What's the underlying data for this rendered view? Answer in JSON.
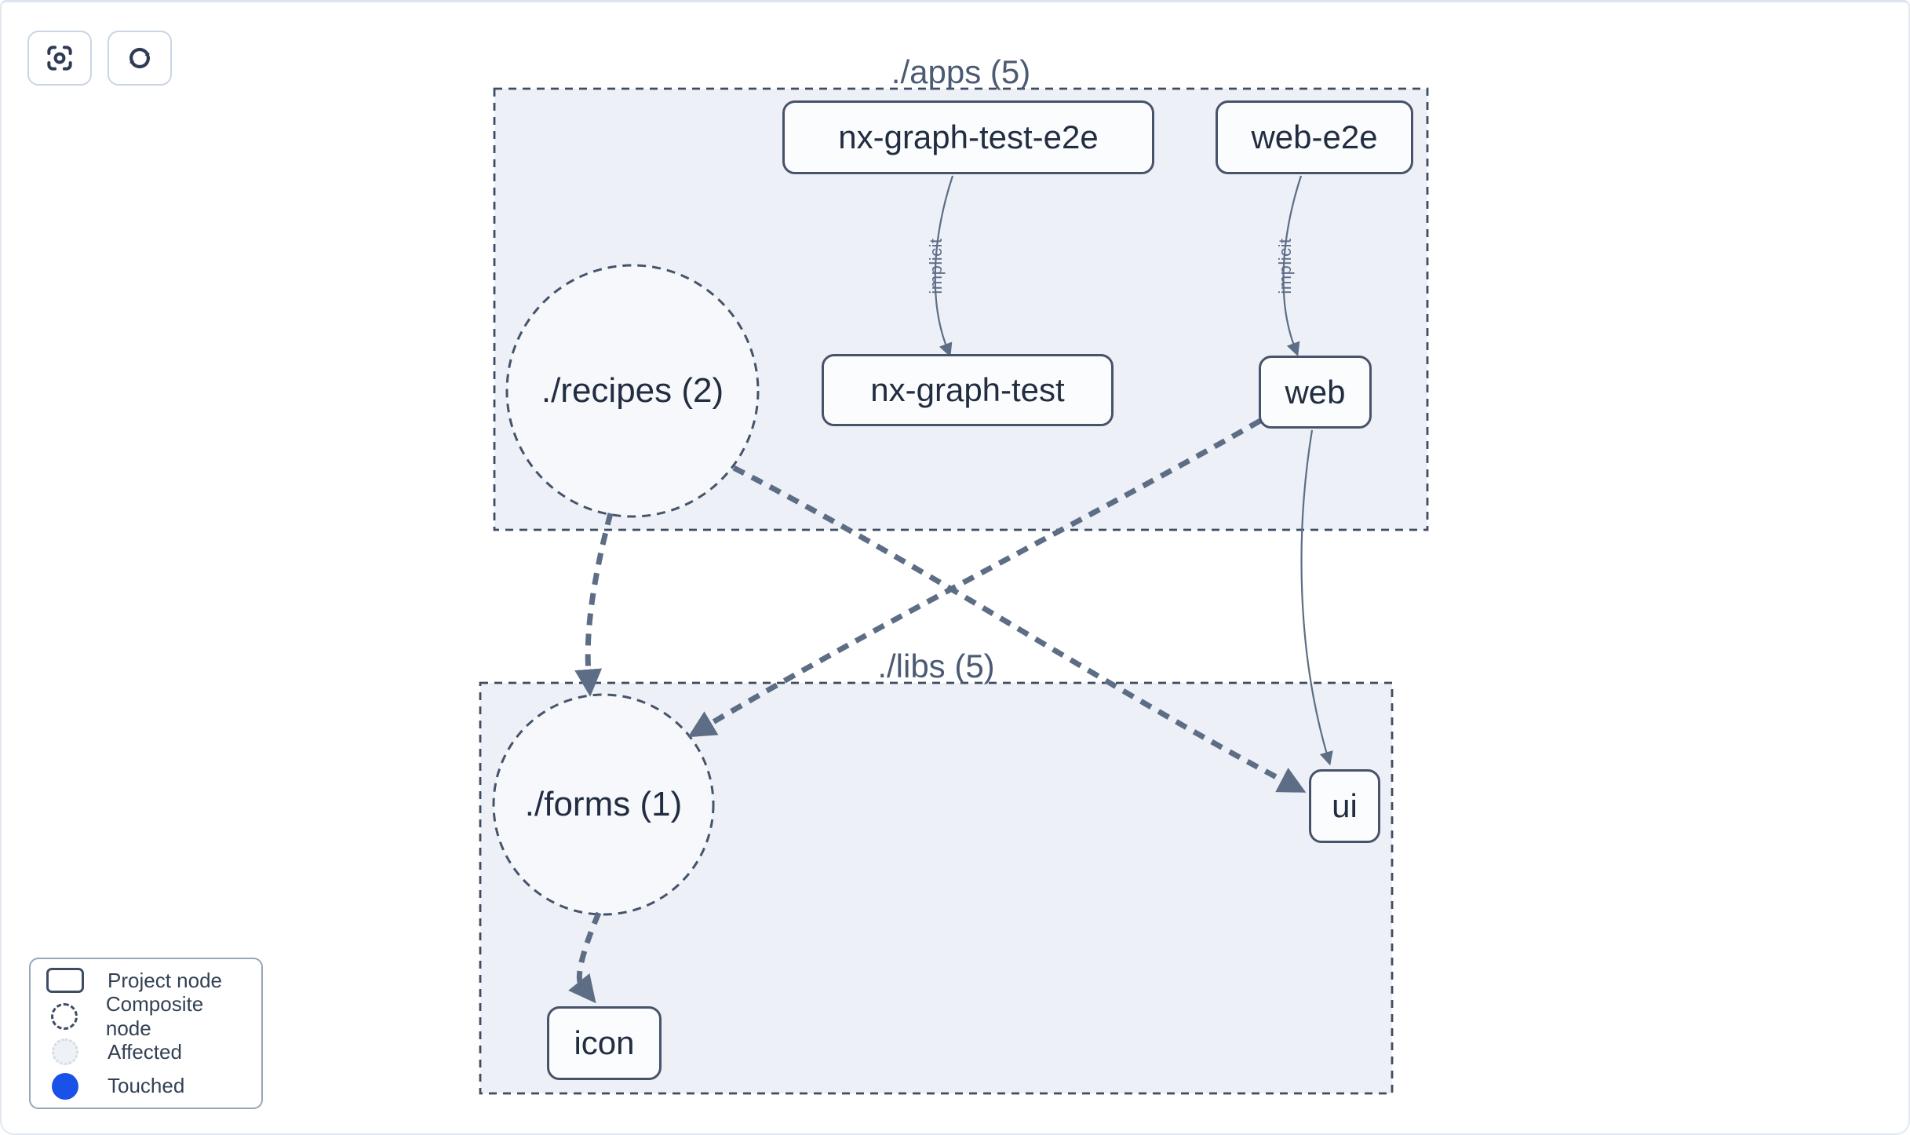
{
  "toolbar": {
    "buttons": [
      {
        "icon": "focus-icon"
      },
      {
        "icon": "refresh-icon"
      }
    ]
  },
  "graph": {
    "groups": [
      {
        "label": "./apps (5)"
      },
      {
        "label": "./libs (5)"
      }
    ],
    "nodes": [
      {
        "label": "nx-graph-test-e2e",
        "type": "project"
      },
      {
        "label": "web-e2e",
        "type": "project"
      },
      {
        "label": "./recipes (2)",
        "type": "composite"
      },
      {
        "label": "nx-graph-test",
        "type": "project"
      },
      {
        "label": "web",
        "type": "project"
      },
      {
        "label": "./forms (1)",
        "type": "composite"
      },
      {
        "label": "ui",
        "type": "project"
      },
      {
        "label": "icon",
        "type": "project"
      }
    ],
    "edges": [
      {
        "source": "nx-graph-test-e2e",
        "target": "nx-graph-test",
        "label": "implicit",
        "style": "solid"
      },
      {
        "source": "web-e2e",
        "target": "web",
        "label": "implicit",
        "style": "solid"
      },
      {
        "source": "./recipes (2)",
        "target": "./forms (1)",
        "style": "dashed"
      },
      {
        "source": "./recipes (2)",
        "target": "ui",
        "style": "dashed"
      },
      {
        "source": "web",
        "target": "./forms (1)",
        "style": "dashed"
      },
      {
        "source": "web",
        "target": "ui",
        "style": "solid"
      },
      {
        "source": "./forms (1)",
        "target": "icon",
        "style": "dashed"
      }
    ]
  },
  "legend": {
    "items": [
      {
        "label": "Project node",
        "swatch": "project"
      },
      {
        "label": "Composite node",
        "swatch": "composite"
      },
      {
        "label": "Affected",
        "swatch": "affected"
      },
      {
        "label": "Touched",
        "swatch": "touched"
      }
    ]
  },
  "colors": {
    "group_fill": "#edf1f7",
    "composite_fill": "#f6f8fb",
    "node_border": "#47536a",
    "edge": "#5d6d85",
    "touched_blue": "#1a51e8"
  }
}
